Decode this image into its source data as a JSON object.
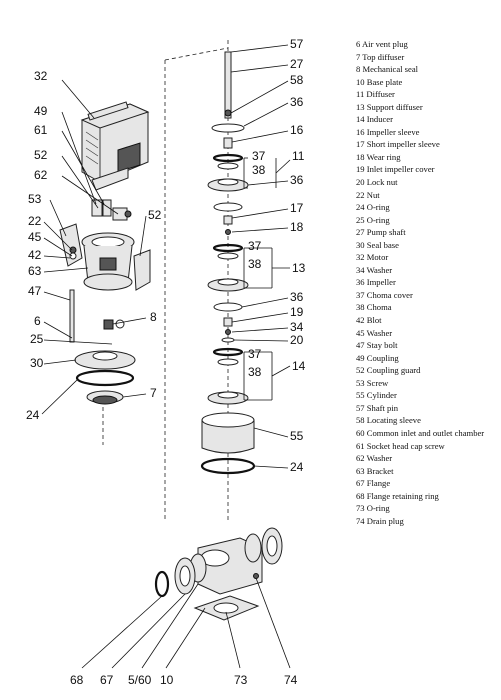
{
  "callouts": {
    "c57": "57",
    "c27": "27",
    "c58": "58",
    "c36a": "36",
    "c16": "16",
    "c37a": "37",
    "c38a": "38",
    "c11": "11",
    "c36b": "36",
    "c17": "17",
    "c18": "18",
    "c37b": "37",
    "c38b": "38",
    "c13": "13",
    "c36c": "36",
    "c19": "19",
    "c34": "34",
    "c20": "20",
    "c37c": "37",
    "c38c": "38",
    "c14": "14",
    "c55": "55",
    "c24r": "24",
    "c32": "32",
    "c49": "49",
    "c61": "61",
    "c52a": "52",
    "c62": "62",
    "c53": "53",
    "c22": "22",
    "c45": "45",
    "c42": "42",
    "c63": "63",
    "c52b": "52",
    "c47": "47",
    "c6": "6",
    "c8": "8",
    "c25": "25",
    "c30": "30",
    "c7": "7",
    "c24l": "24",
    "c68": "68",
    "c67": "67",
    "c560": "5/60",
    "c10": "10",
    "c73": "73",
    "c74": "74"
  },
  "legend": [
    "6  Air vent plug",
    "7  Top diffuser",
    "8  Mechanical seal",
    "10 Base plate",
    "11 Diffuser",
    "13 Support diffuser",
    "14 Inducer",
    "16 Impeller sleeve",
    "17 Short impeller sleeve",
    "18 Wear ring",
    "19 Inlet impeller cover",
    "20  Lock nut",
    "22 Nut",
    "24 O-ring",
    "25 O-ring",
    "27 Pump shaft",
    "30 Seal base",
    "32 Motor",
    "34 Washer",
    "36 Impeller",
    "37 Choma cover",
    "38 Choma",
    "42 Blot",
    "45 Washer",
    "47 Stay bolt",
    "49 Coupling",
    "52 Coupling guard",
    "53 Screw",
    "55 Cylinder",
    "57 Shaft pin",
    "58 Locating sleeve",
    "60 Common inlet and outlet chamber",
    "61 Socket head cap screw",
    "62 Washer",
    "63 Bracket",
    "67 Flange",
    "68 Flange retaining ring",
    "73 O-ring",
    "74 Drain plug"
  ]
}
